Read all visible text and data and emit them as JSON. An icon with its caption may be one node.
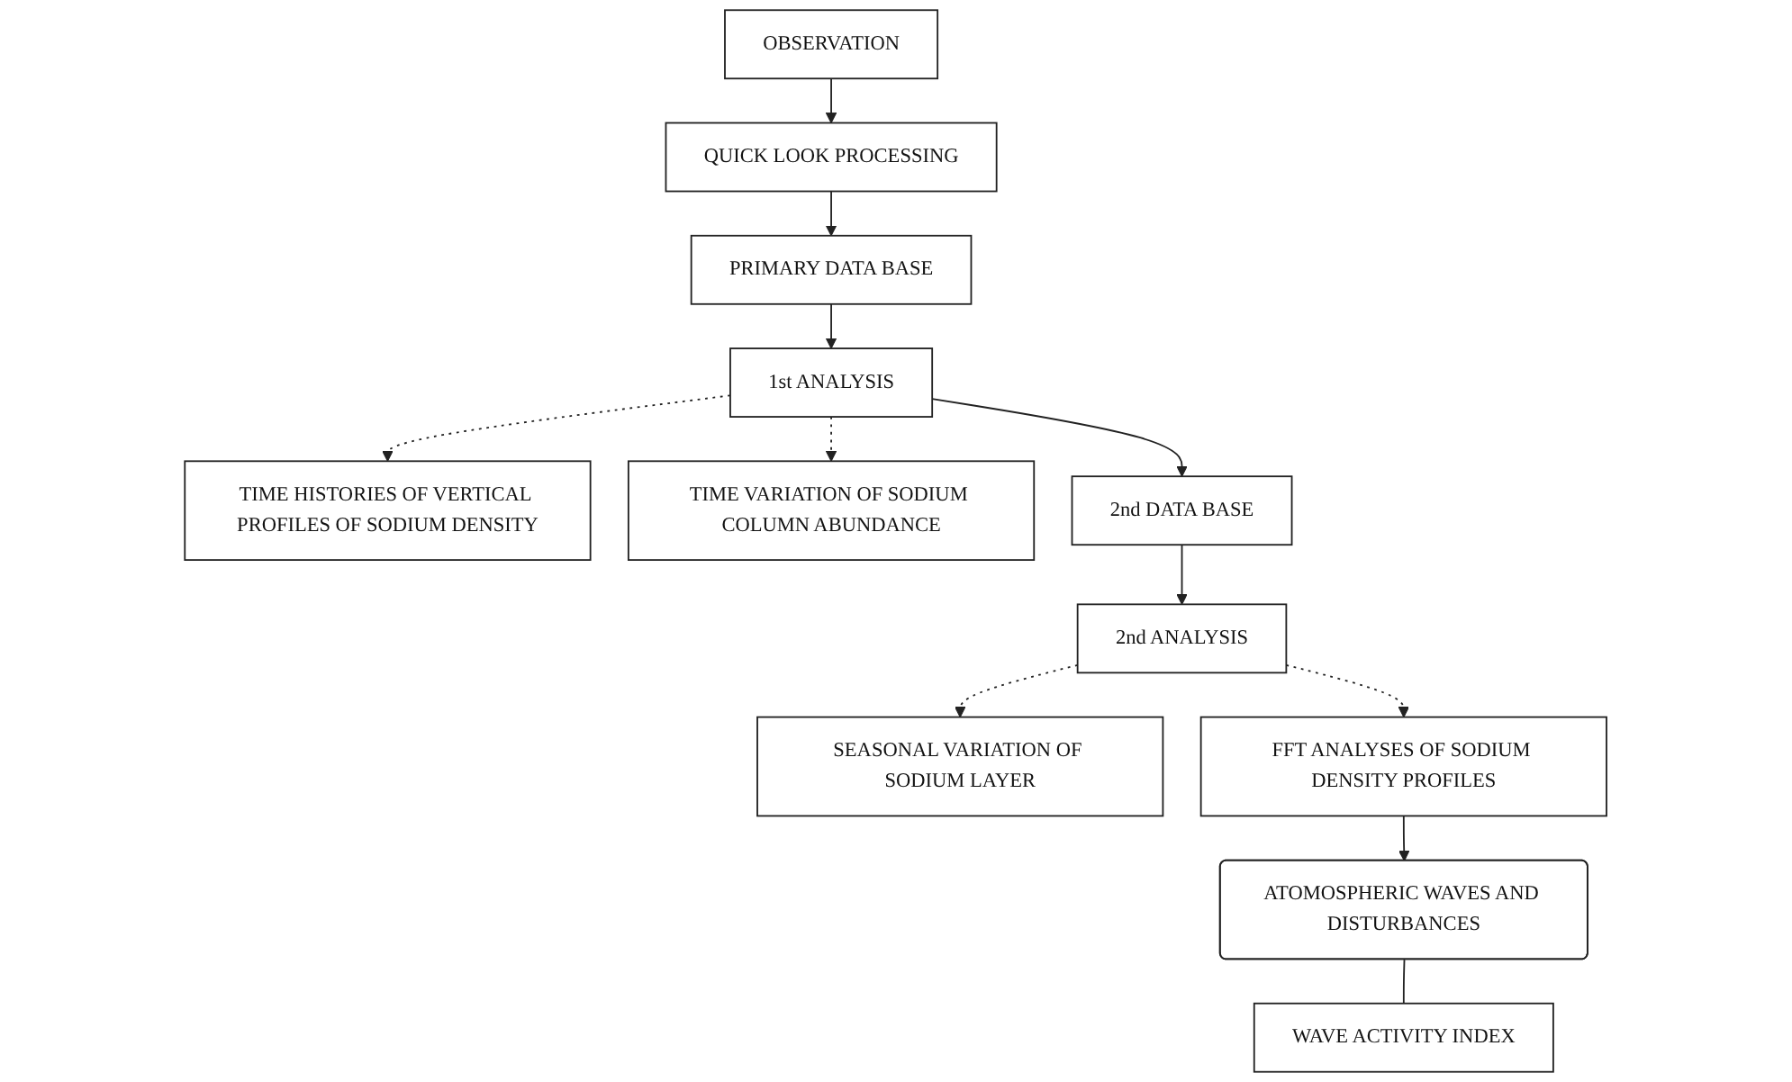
{
  "diagram": {
    "nodes": [
      {
        "text": [
          "OBSERVATION"
        ]
      },
      {
        "text": [
          "QUICK LOOK PROCESSING"
        ]
      },
      {
        "text": [
          "PRIMARY DATA BASE"
        ]
      },
      {
        "text": [
          "1st ANALYSIS"
        ]
      },
      {
        "text": [
          "TIME HISTORIES OF VERTICAL PROFILES OF SODIUM DENSITY"
        ]
      },
      {
        "text": [
          "TIME VARIATION OF SODIUM COLUMN ABUNDANCE"
        ]
      },
      {
        "text": [
          "2nd DATA BASE"
        ]
      },
      {
        "text": [
          "SEASONAL VARIATION OF SODIUM LAYER"
        ]
      },
      {
        "text": [
          "2nd ANALYSIS"
        ]
      },
      {
        "text": [
          "FFT ANALYSES OF SODIUM DENSITY PROFILES"
        ]
      },
      {
        "text": [
          "ATOMOSPHERIC WAVES AND DISTURBANCES"
        ]
      },
      {
        "text": [
          "WAVE ACTIVITY INDEX"
        ]
      }
    ],
    "edges": [
      {
        "from": 0,
        "to": 1,
        "arrow": "to"
      },
      {
        "from": 1,
        "to": 2,
        "arrow": "to"
      },
      {
        "from": 2,
        "to": 3,
        "arrow": "to"
      },
      {
        "from": 3,
        "to": 4,
        "arrow": "to",
        "style": "dashed"
      },
      {
        "from": 3,
        "to": 5,
        "arrow": "to",
        "style": "dashed"
      },
      {
        "from": 3,
        "to": 6,
        "arrow": "to"
      },
      {
        "from": 6,
        "to": 8,
        "arrow": "to"
      },
      {
        "from": 8,
        "to": 7,
        "arrow": "to",
        "style": "dashed"
      },
      {
        "from": 8,
        "to": 9,
        "arrow": "to",
        "style": "dashed"
      },
      {
        "from": 9,
        "to": 10,
        "arrow": "to"
      },
      {
        "from": 10,
        "to": 11,
        "arrow": "none"
      }
    ]
  }
}
